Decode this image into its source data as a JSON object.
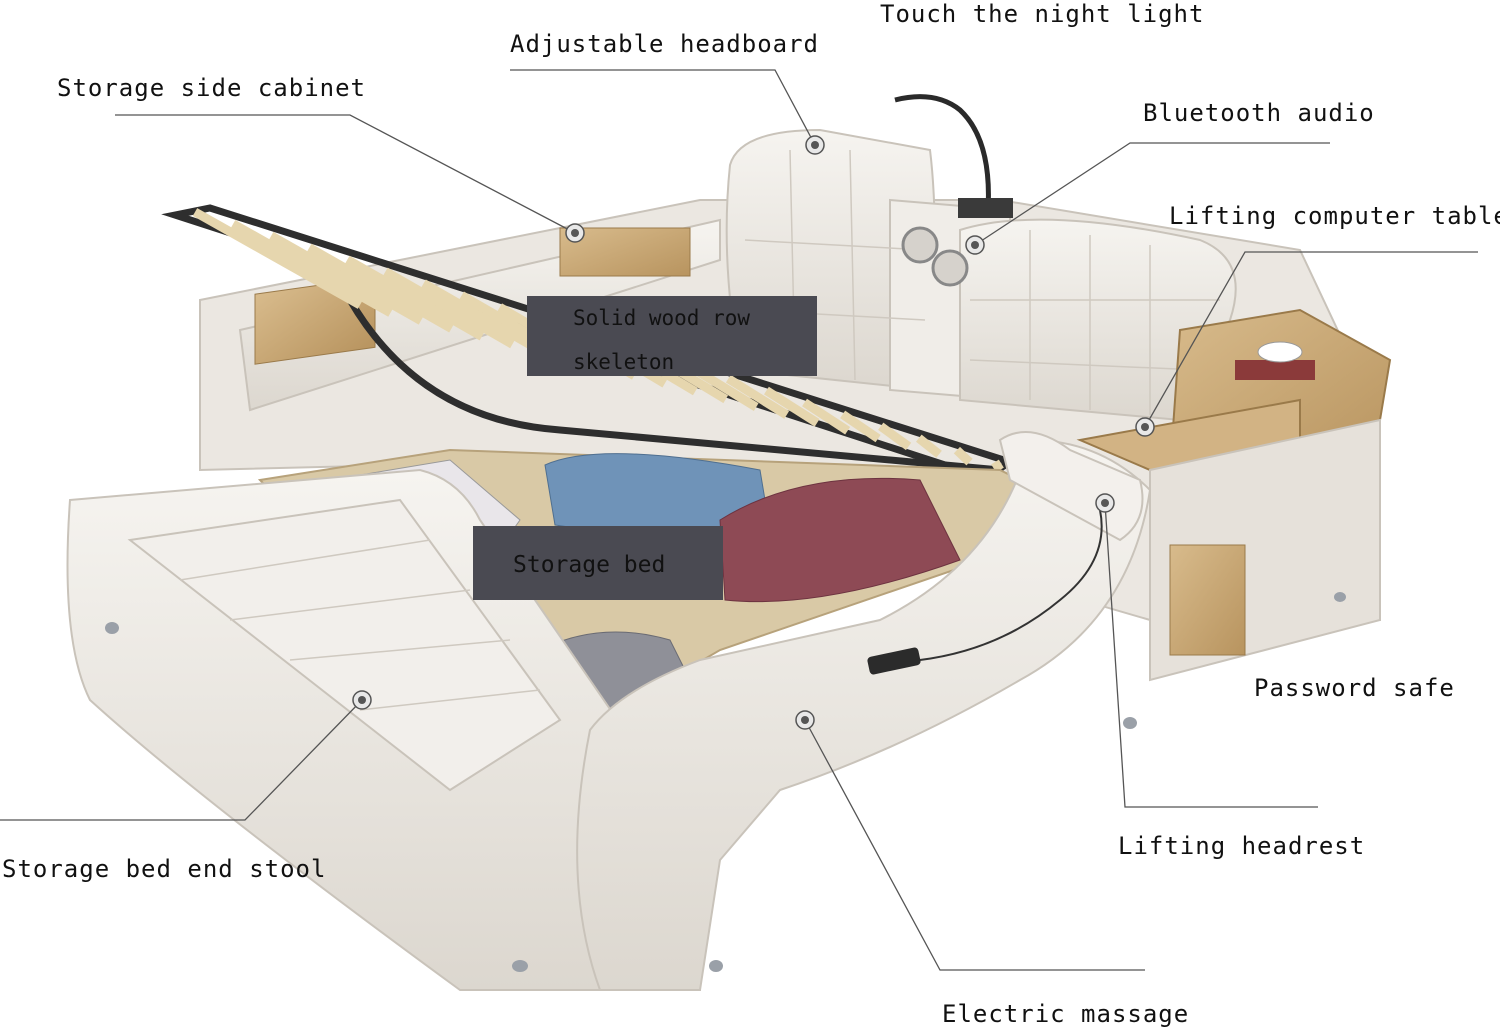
{
  "labels": {
    "night_light": "Touch the night light",
    "headboard": "Adjustable headboard",
    "side_cabinet": "Storage side cabinet",
    "bluetooth": "Bluetooth audio",
    "computer_table": "Lifting computer table",
    "password_safe": "Password safe",
    "headrest": "Lifting headrest",
    "end_stool": "Storage bed end stool",
    "massage": "Electric massage"
  },
  "boxes": {
    "skeleton_line1": "Solid wood row",
    "skeleton_line2": "skeleton",
    "storage_bed": "Storage bed"
  },
  "colors": {
    "leather": "#ece8e2",
    "wood": "#c9a775",
    "slat": "#efe3c2",
    "frame": "#2e2e2e",
    "box": "#4a4a52"
  }
}
